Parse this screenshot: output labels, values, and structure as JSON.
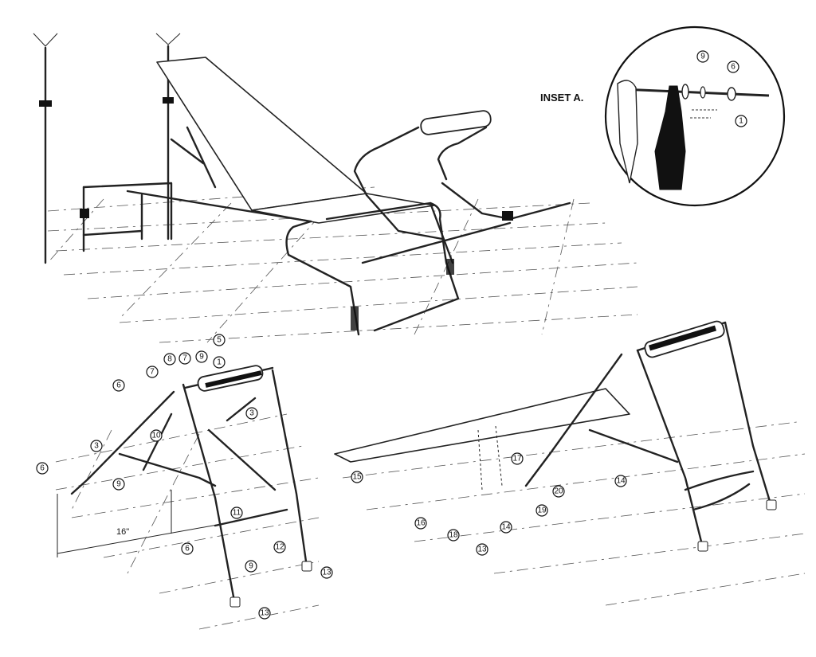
{
  "inset": {
    "title": "INSET A.",
    "parts": [
      "9",
      "6",
      "1"
    ]
  },
  "left_assembly": {
    "dimension": "16\"",
    "parts": [
      "6",
      "7",
      "8",
      "7",
      "9",
      "5",
      "1",
      "3",
      "3",
      "10",
      "6",
      "9",
      "11",
      "12",
      "6",
      "9",
      "13",
      "13"
    ]
  },
  "right_assembly": {
    "parts": [
      "15",
      "17",
      "20",
      "14",
      "16",
      "18",
      "19",
      "14",
      "13"
    ]
  }
}
